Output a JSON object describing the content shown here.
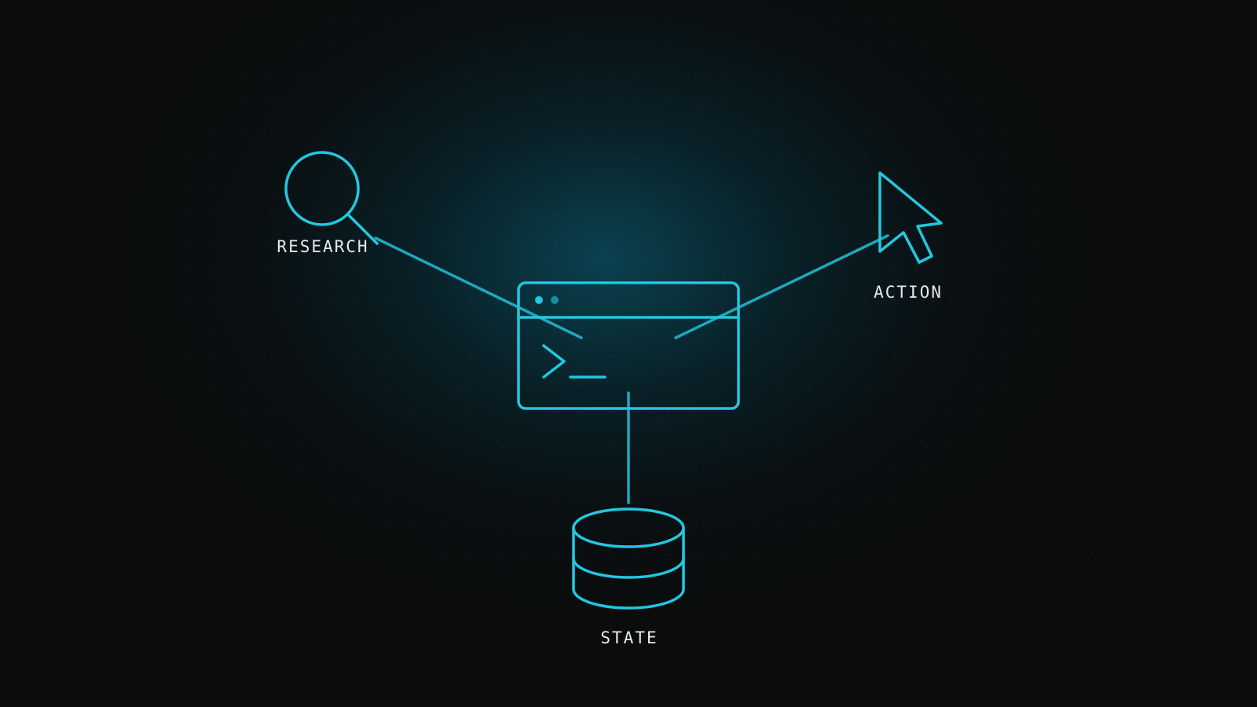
{
  "nodes": {
    "research": {
      "label": "RESEARCH",
      "icon": "magnifier-icon"
    },
    "action": {
      "label": "ACTION",
      "icon": "cursor-arrow-icon"
    },
    "state": {
      "label": "STATE",
      "icon": "database-icon"
    },
    "center": {
      "icon": "terminal-window-icon"
    }
  },
  "colors": {
    "accent": "#22c7e0",
    "connector": "#1fa8bf",
    "label": "#e6eaea",
    "background": "#0a0c0d"
  }
}
